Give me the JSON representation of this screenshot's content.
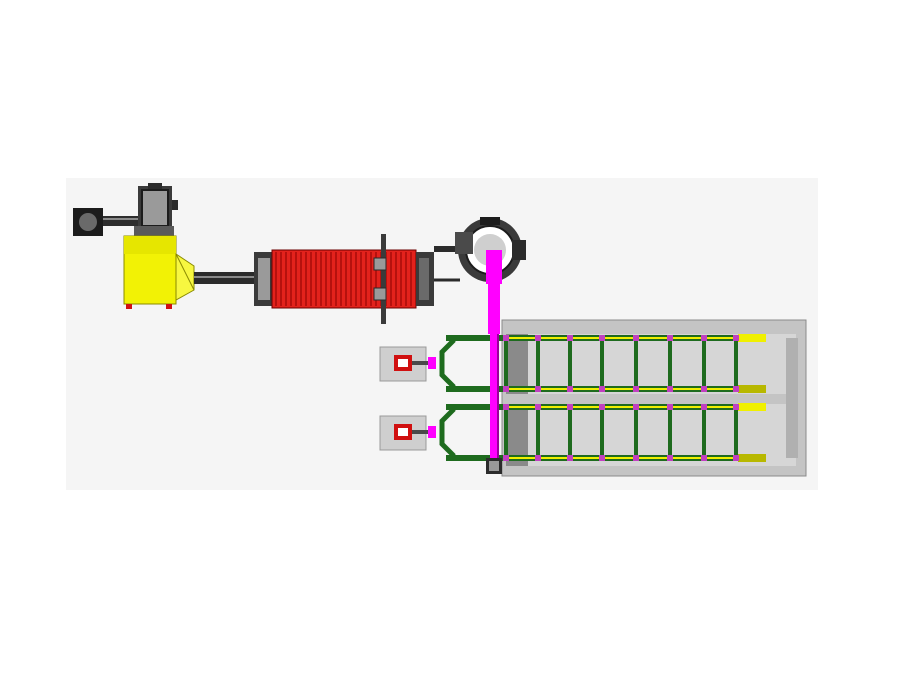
{
  "title": "",
  "colors": {
    "background": "#ffffff",
    "panel": "#f3f3f3",
    "dark_equipment": "#2b2b2b",
    "yellow_housing": "#f2f205",
    "red_dryer": "#e3221c",
    "magenta_conveyor": "#ff00ff",
    "green_frame": "#1e6b1e",
    "grey_basin": "#bdbdbd",
    "rail_yellow": "#f0f000"
  },
  "components": [
    {
      "id": "blower-unit",
      "icon": "fan-housing"
    },
    {
      "id": "cyclone-separator",
      "icon": "cyclone"
    },
    {
      "id": "yellow-collector",
      "icon": "collector-box"
    },
    {
      "id": "rotary-dryer",
      "icon": "drum"
    },
    {
      "id": "furnace",
      "icon": "round-furnace"
    },
    {
      "id": "bucket-conveyor",
      "icon": "conveyor"
    },
    {
      "id": "tank-line-upper",
      "icon": "ladder-frame"
    },
    {
      "id": "tank-line-lower",
      "icon": "ladder-frame"
    },
    {
      "id": "pump-station-upper",
      "icon": "pump"
    },
    {
      "id": "pump-station-lower",
      "icon": "pump"
    }
  ]
}
